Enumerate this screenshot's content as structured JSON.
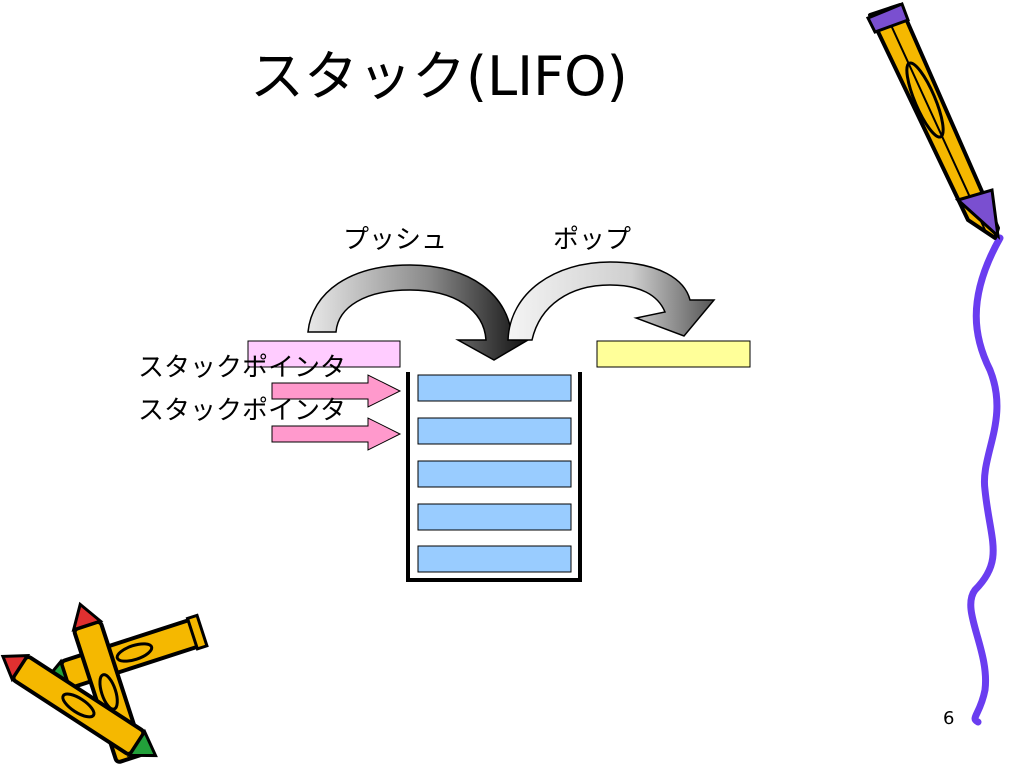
{
  "slide": {
    "title": "スタック(LIFO)",
    "push_label": "プッシュ",
    "pop_label": "ポップ",
    "stack_pointer_labels": [
      "スタックポインタ",
      "スタックポインタ"
    ],
    "page_number": "6"
  },
  "colors": {
    "stack_slot": "#99ccff",
    "push_item": "#ffccff",
    "pop_item": "#ffff99",
    "pointer_arrow": "#ff99cc",
    "pencil_body": "#f5b800",
    "pencil_tip_purple": "#7a4fd0",
    "wavy_line": "#6a3df0"
  },
  "icons": [
    "pencil-icon",
    "crossed-pencils-icon"
  ]
}
